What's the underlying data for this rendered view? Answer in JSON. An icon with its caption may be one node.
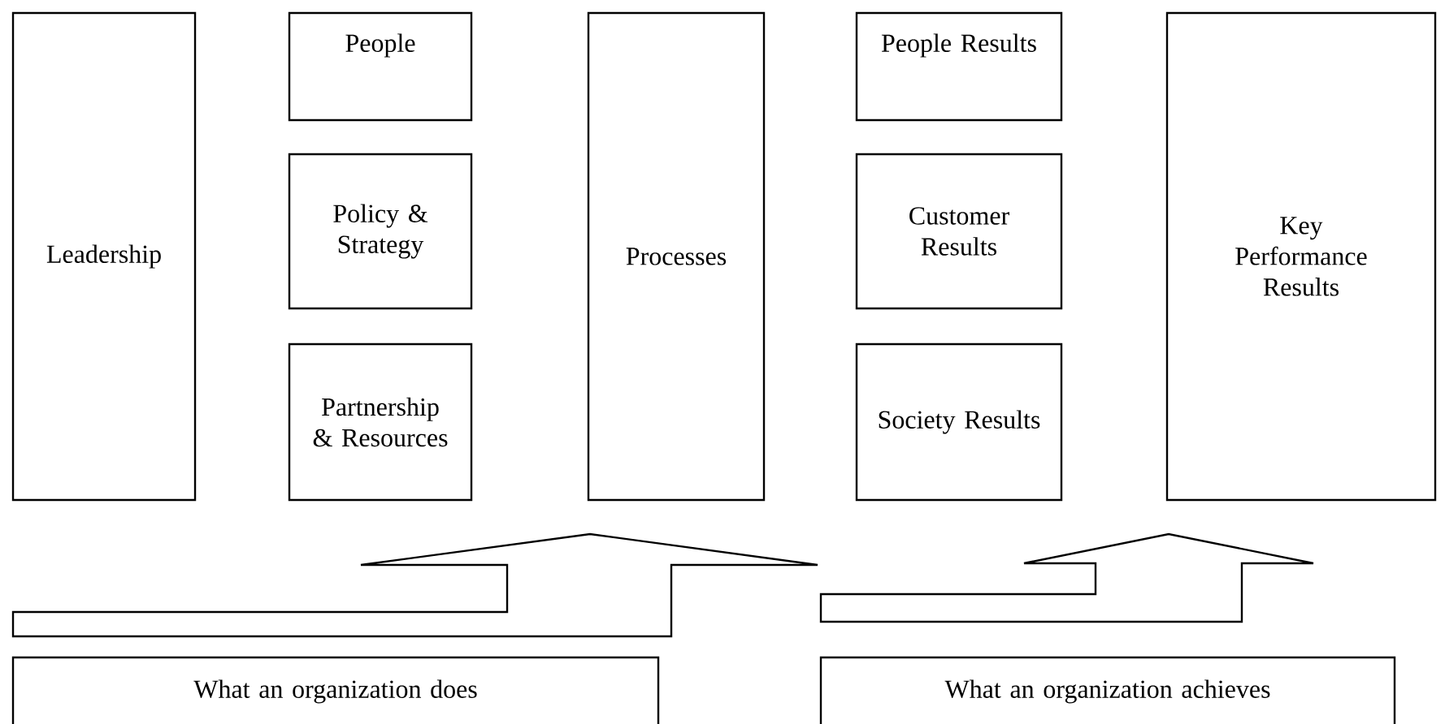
{
  "diagram": {
    "nodes": [
      {
        "text": [
          "Leadership"
        ]
      },
      {
        "text": [
          "People"
        ]
      },
      {
        "text": [
          "Policy & Strategy"
        ]
      },
      {
        "text": [
          "Partnership & Resources"
        ]
      },
      {
        "text": [
          "Processes"
        ]
      },
      {
        "text": [
          "People Results"
        ]
      },
      {
        "text": [
          "Customer Results"
        ]
      },
      {
        "text": [
          "Society Results"
        ]
      },
      {
        "text": [
          "Key Performance Results"
        ]
      },
      {
        "text": [
          "What an organization does"
        ]
      },
      {
        "text": [
          "What an organization achieves"
        ]
      }
    ],
    "edges": [
      {
        "from": 9,
        "to": 4,
        "arrow": "to"
      },
      {
        "from": 10,
        "to": 8,
        "arrow": "to"
      }
    ]
  }
}
